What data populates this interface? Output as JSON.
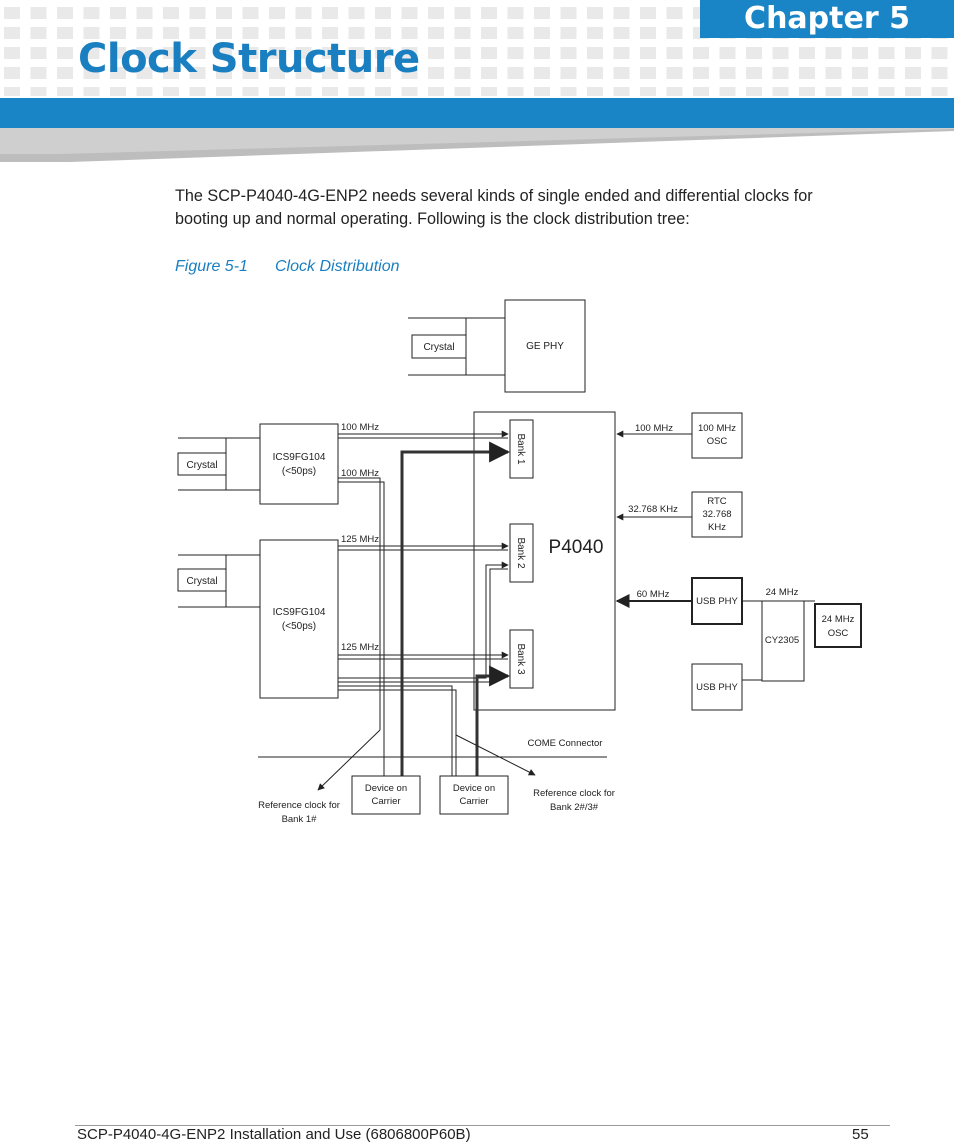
{
  "header": {
    "chapter_label": "Chapter 5",
    "page_title": "Clock Structure"
  },
  "body": {
    "intro_text": "The SCP-P4040-4G-ENP2 needs several kinds of single ended and differential clocks for booting up and normal operating. Following is the clock distribution tree:"
  },
  "figure": {
    "number": "Figure 5-1",
    "title": "Clock Distribution",
    "labels": {
      "crystal_top": "Crystal",
      "ge_phy": "GE PHY",
      "crystal_1": "Crystal",
      "crystal_2": "Crystal",
      "ics1_line1": "ICS9FG104",
      "ics1_line2": "(<50ps)",
      "ics2_line1": "ICS9FG104",
      "ics2_line2": "(<50ps)",
      "freq_100a": "100 MHz",
      "freq_100b": "100 MHz",
      "freq_125a": "125 MHz",
      "freq_125b": "125 MHz",
      "bank1": "Bank 1",
      "bank2": "Bank 2",
      "bank3": "Bank 3",
      "cpu": "P4040",
      "freq_100_osc": "100 MHz",
      "osc100_line1": "100 MHz",
      "osc100_line2": "OSC",
      "freq_rtc": "32.768 KHz",
      "rtc_line1": "RTC",
      "rtc_line2": "32.768",
      "rtc_line3": "KHz",
      "freq_60": "60 MHz",
      "usb_phy_1": "USB PHY",
      "usb_phy_2": "USB PHY",
      "freq_24": "24 MHz",
      "cy2305": "CY2305",
      "osc24_line1": "24 MHz",
      "osc24_line2": "OSC",
      "come_connector": "COME Connector",
      "device1_line1": "Device on",
      "device1_line2": "Carrier",
      "device2_line1": "Device on",
      "device2_line2": "Carrier",
      "ref1_line1": "Reference clock for",
      "ref1_line2": "Bank 1#",
      "ref2_line1": "Reference clock for",
      "ref2_line2": "Bank 2#/3#"
    }
  },
  "footer": {
    "doc_title": "SCP-P4040-4G-ENP2 Installation and Use (6806800P60B)",
    "page_number": "55"
  },
  "colors": {
    "brand_blue": "#1a85c6",
    "title_blue": "#1a7fc0",
    "pattern_gray": "#e8e8e8"
  }
}
